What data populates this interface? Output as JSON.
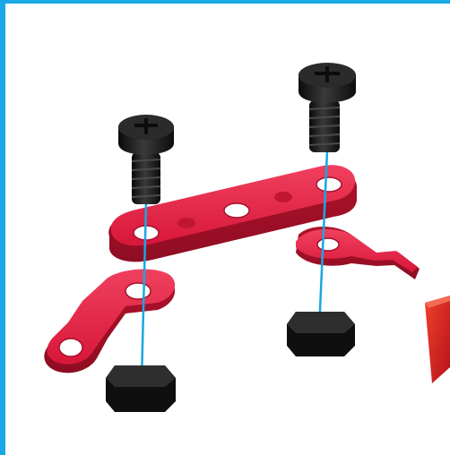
{
  "diagram": {
    "parts": [
      {
        "name": "bolt",
        "count": 2,
        "color": "#1a1a1a"
      },
      {
        "name": "nut",
        "count": 2,
        "color": "#1a1a1a"
      },
      {
        "name": "straight-strip",
        "count": 1,
        "color": "#e31b3c"
      },
      {
        "name": "angle-bracket",
        "count": 2,
        "color": "#e31b3c"
      }
    ],
    "guide_line_color": "#19a7e2",
    "frame_color": "#1aa8e6",
    "arrow_color": "#d8191e"
  }
}
